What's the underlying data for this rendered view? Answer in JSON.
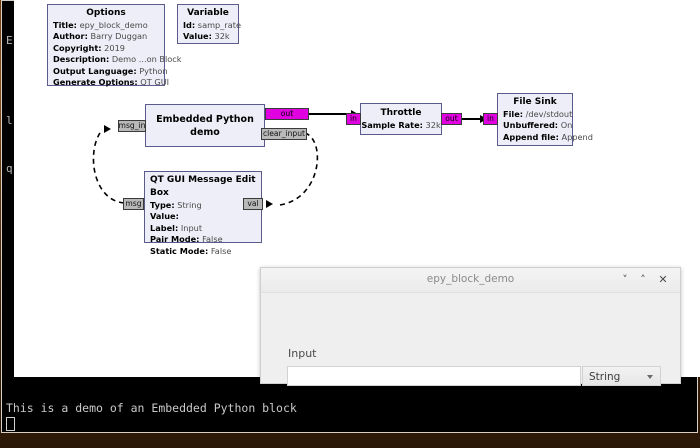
{
  "terminal": {
    "left_fragments": [
      "E",
      "",
      "l",
      "q"
    ],
    "output_line": "This is a demo of an Embedded Python block",
    "cursor": "block-cursor"
  },
  "flowgraph": {
    "blocks": [
      {
        "id": "options",
        "title": "Options",
        "rows": [
          {
            "key": "Title:",
            "value": "epy_block_demo"
          },
          {
            "key": "Author:",
            "value": "Barry Duggan"
          },
          {
            "key": "Copyright:",
            "value": "2019"
          },
          {
            "key": "Description:",
            "value": "Demo ...on Block"
          },
          {
            "key": "Output Language:",
            "value": "Python"
          },
          {
            "key": "Generate Options:",
            "value": "QT GUI"
          }
        ]
      },
      {
        "id": "variable",
        "title": "Variable",
        "rows": [
          {
            "key": "Id:",
            "value": "samp_rate"
          },
          {
            "key": "Value:",
            "value": "32k"
          }
        ]
      },
      {
        "id": "epy-block",
        "title": "Embedded Python demo",
        "rows": []
      },
      {
        "id": "throttle",
        "title": "Throttle",
        "rows": [
          {
            "key": "Sample Rate:",
            "value": "32k"
          }
        ]
      },
      {
        "id": "file-sink",
        "title": "File Sink",
        "rows": [
          {
            "key": "File:",
            "value": "/dev/stdout"
          },
          {
            "key": "Unbuffered:",
            "value": "On"
          },
          {
            "key": "Append file:",
            "value": "Append"
          }
        ]
      },
      {
        "id": "msg-edit-box",
        "title": "QT GUI Message Edit Box",
        "rows": [
          {
            "key": "Type:",
            "value": "String"
          },
          {
            "key": "Value:",
            "value": ""
          },
          {
            "key": "Label:",
            "value": "Input"
          },
          {
            "key": "Pair Mode:",
            "value": "False"
          },
          {
            "key": "Static Mode:",
            "value": "False"
          }
        ]
      }
    ],
    "ports": {
      "epy_in": "msg_in",
      "epy_out": "out",
      "epy_clear": "clear_input",
      "throttle_in": "in",
      "throttle_out": "out",
      "filesink_in": "in",
      "msgbox_msg": "msg",
      "msgbox_val": "val"
    },
    "colors": {
      "block_fill": "#eeeef8",
      "block_border": "#5a5a8c",
      "stream_port": "#e000e0",
      "message_port": "#b9b9b9"
    }
  },
  "dialog": {
    "title": "epy_block_demo",
    "buttons": {
      "minimize": "˅",
      "maximize": "˄",
      "close": "✕"
    },
    "field_label": "Input",
    "field_value": "",
    "field_placeholder": "",
    "type_select": "String"
  }
}
